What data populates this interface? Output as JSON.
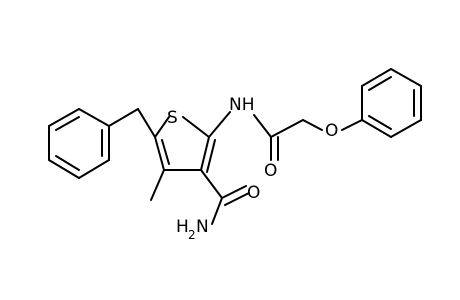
{
  "molecule": {
    "colors": {
      "bond": "#000000",
      "background": "#ffffff"
    },
    "atom_labels": {
      "S": "S",
      "NH": "NH",
      "O_amide": "O",
      "O_ether": "O",
      "O_carboxamide": "O",
      "NH2": "H",
      "NH2_sub": "2",
      "NH2_N": "N"
    }
  }
}
